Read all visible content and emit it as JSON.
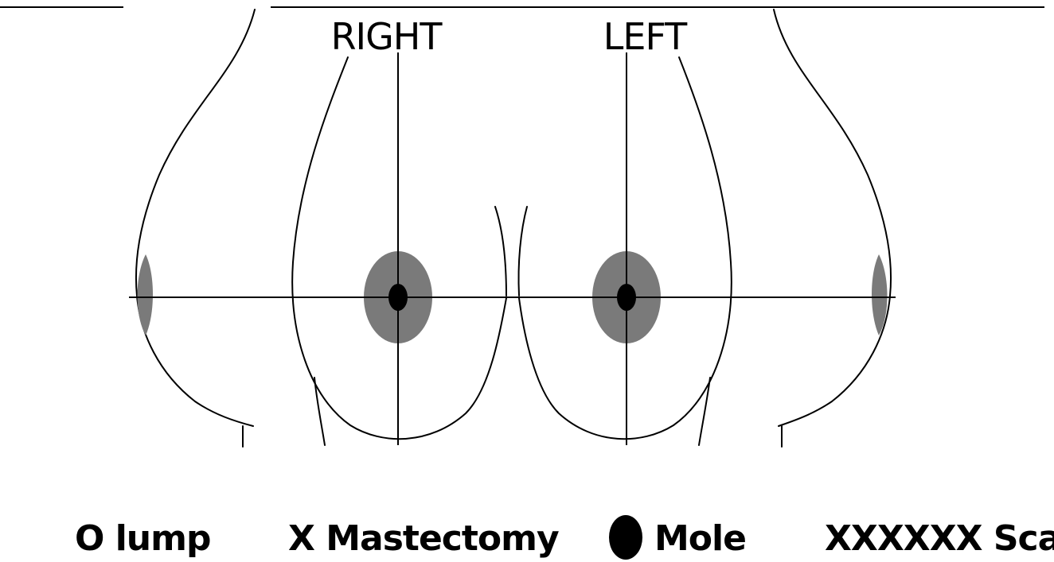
{
  "labels": {
    "right": "RIGHT",
    "left": "LEFT"
  },
  "legend": {
    "lump": "O lump",
    "mastectomy": "X Mastectomy",
    "mole": "Mole",
    "scar": "XXXXXX Scar"
  },
  "colors": {
    "line": "#000000",
    "areola": "#7a7a7a",
    "background": "#ffffff"
  }
}
